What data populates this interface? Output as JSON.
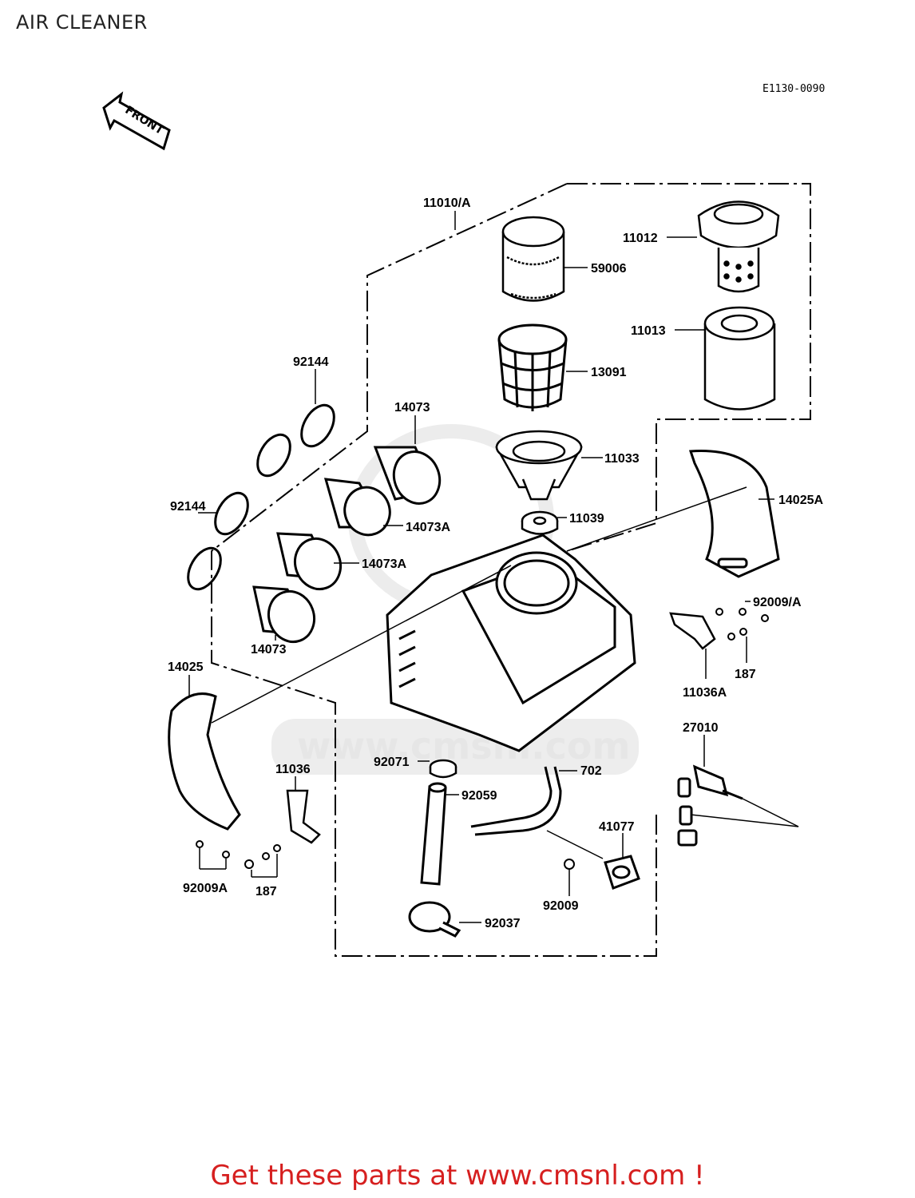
{
  "title": "AIR CLEANER",
  "diagram_code": "E1130-0090",
  "front_label": "FRONT",
  "watermark": "www.cmsnl.com",
  "footer": "Get these parts at www.cmsnl.com !",
  "parts": {
    "p11010A": "11010/A",
    "p11012": "11012",
    "p59006": "59006",
    "p11013": "11013",
    "p13091": "13091",
    "p92144_top": "92144",
    "p14073_top": "14073",
    "p11033": "11033",
    "p14025A": "14025A",
    "p92144_mid": "92144",
    "p11039": "11039",
    "p14073A_1": "14073A",
    "p14073A_2": "14073A",
    "p92009A_r": "92009/A",
    "p14073_bot": "14073",
    "p187_r": "187",
    "p14025": "14025",
    "p11036A": "11036A",
    "p27010": "27010",
    "p92071": "92071",
    "p702": "702",
    "p11036": "11036",
    "p92059": "92059",
    "p41077": "41077",
    "p92009A_l": "92009A",
    "p187_l": "187",
    "p92009": "92009",
    "p92037": "92037"
  }
}
